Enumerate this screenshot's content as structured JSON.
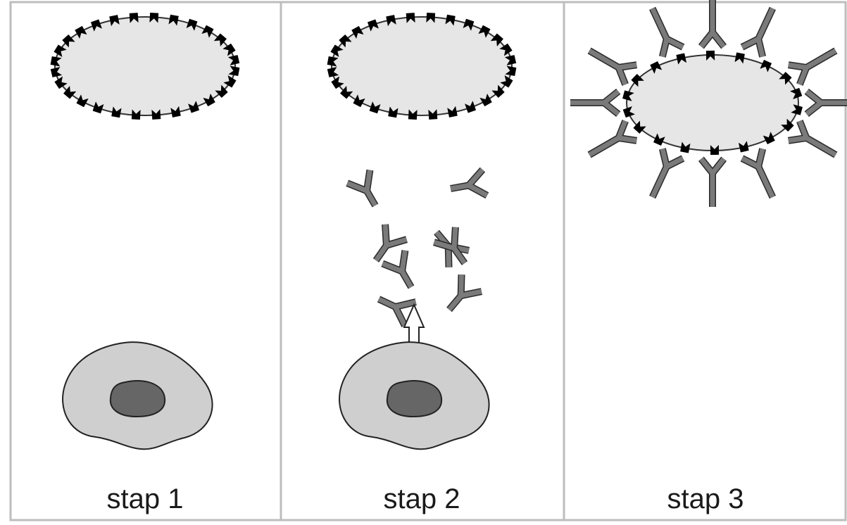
{
  "panels": [
    {
      "label": "stap 1"
    },
    {
      "label": "stap 2"
    },
    {
      "label": "stap 3"
    }
  ],
  "colors": {
    "cell": "#cfcfcf",
    "nucleus": "#666666",
    "bacterium": "#e6e6e6",
    "antigen": "#a8a8a8",
    "antibody": "#7a7a7a"
  }
}
